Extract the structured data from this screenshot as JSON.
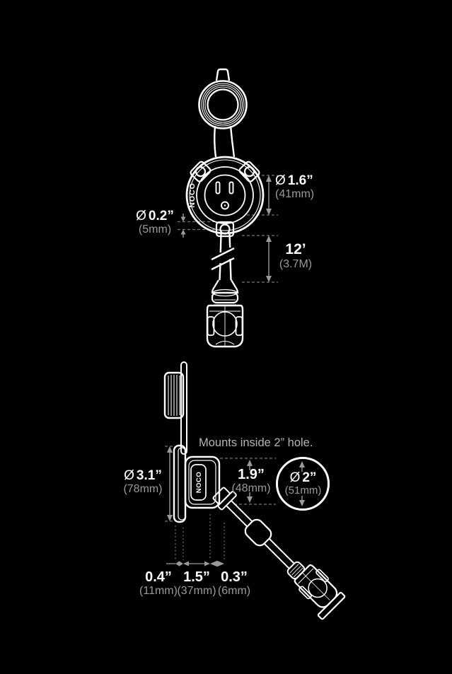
{
  "colors": {
    "background": "#000000",
    "line_art": "#ffffff",
    "dimension_lines": "#9a9a9a",
    "metric_text": "#9a9a9a",
    "note_text": "#b5b5b5"
  },
  "top_view": {
    "brand": "NOCO",
    "dims": {
      "socket_diameter": {
        "symbol": "Ø",
        "inches": "1.6”",
        "metric": "(41mm)"
      },
      "screw_hole_diameter": {
        "symbol": "Ø",
        "inches": "0.2”",
        "metric": "(5mm)"
      },
      "cable_length": {
        "inches": "12’",
        "metric": "(3.7M)"
      }
    }
  },
  "side_view": {
    "brand": "NOCO",
    "note": "Mounts inside 2” hole.",
    "dims": {
      "flange_diameter": {
        "symbol": "Ø",
        "inches": "3.1”",
        "metric": "(78mm)"
      },
      "mount_depth": {
        "inches": "1.9”",
        "metric": "(48mm)"
      },
      "hole_diameter": {
        "symbol": "Ø",
        "inches": "2”",
        "metric": "(51mm)"
      },
      "flange_thickness": {
        "inches": "0.4”",
        "metric": "(11mm)"
      },
      "body_depth": {
        "inches": "1.5”",
        "metric": "(37mm)"
      },
      "rear_clearance": {
        "inches": "0.3”",
        "metric": "(6mm)"
      }
    }
  }
}
